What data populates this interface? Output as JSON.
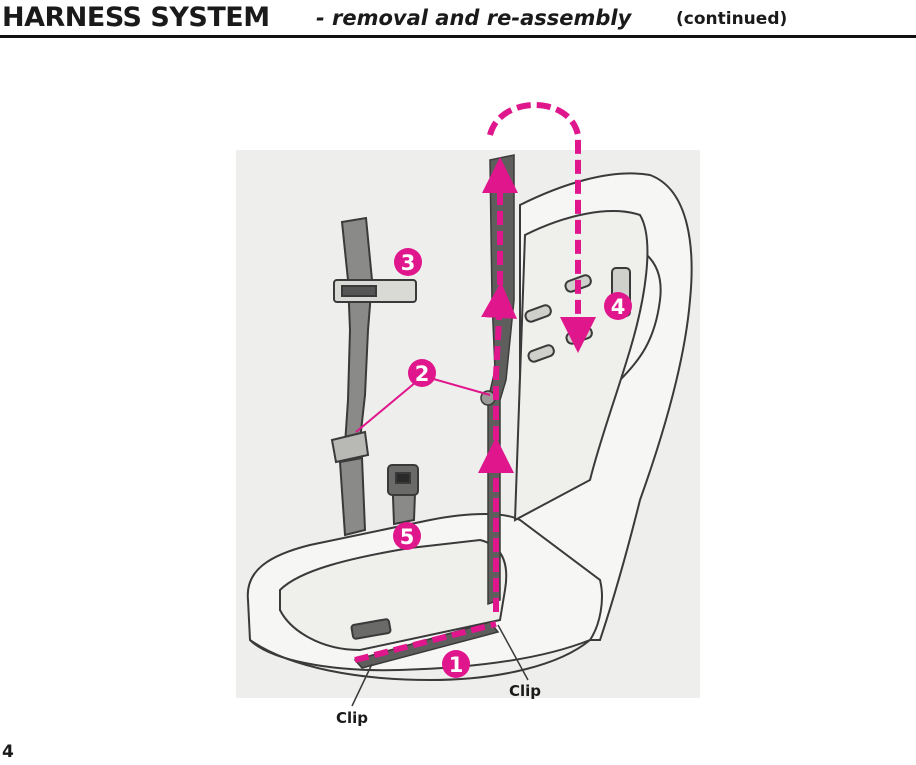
{
  "header": {
    "title": "HARNESS SYSTEM",
    "subtitle": "- removal and re-assembly",
    "continued": "(continued)"
  },
  "illustration": {
    "step_markers": [
      "1",
      "2",
      "3",
      "4",
      "5"
    ],
    "callouts": [
      "Clip",
      "Clip"
    ],
    "accent_color": "#e0168c",
    "paper_color": "#eeeeec",
    "line_color": "#3a3a3a"
  },
  "footer": {
    "page_number": "4"
  }
}
